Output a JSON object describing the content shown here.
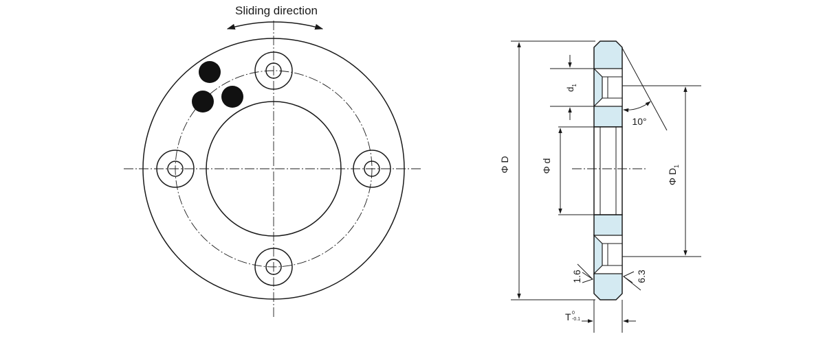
{
  "front_view": {
    "direction_label": "Sliding direction"
  },
  "side_view": {
    "dim_outer_diameter": "Φ D",
    "dim_inner_diameter": "Φ d",
    "dim_pitch_diameter": "Φ D",
    "dim_pitch_sub": "1",
    "dim_hole_diameter": "d",
    "dim_hole_sub": "1",
    "angle_label": "10°",
    "roughness_left": "1.6",
    "roughness_right": "6.3",
    "thickness_label": "T",
    "thickness_tol_upper": "0",
    "thickness_tol_lower": "-0.1"
  },
  "colors": {
    "line": "#1a1a1a",
    "section_fill": "#d4eaf2",
    "plug_fill": "#111111"
  }
}
